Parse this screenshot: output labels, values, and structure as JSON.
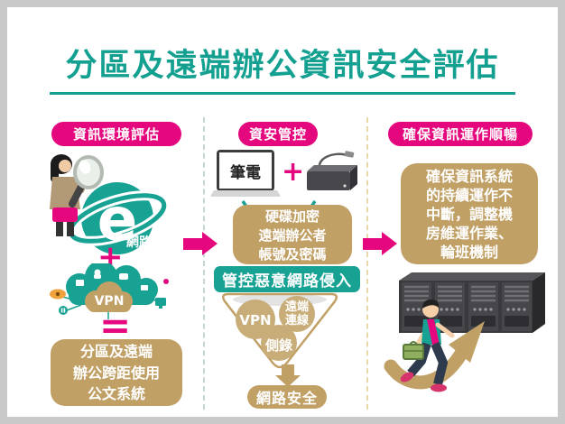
{
  "title": "分區及遠端辦公資訊安全評估",
  "colors": {
    "teal": "#17a293",
    "pink": "#e5077e",
    "tan": "#c1a066"
  },
  "col_environment": {
    "header": "資訊環境評估",
    "network_label": "網路",
    "plus_sign": "+",
    "vpn_label": "VPN",
    "equals_sign": "=",
    "result_lines": [
      "分區及遠端",
      "辦公跨距使用",
      "公文系統"
    ]
  },
  "col_control": {
    "header": "資安管控",
    "laptop_label": "筆電",
    "plus_sign": "+",
    "encryption_lines": [
      "硬碟加密",
      "遠端辦公者",
      "帳號及密碼"
    ],
    "intrusion_title": "管控惡意網路侵入",
    "funnel": {
      "vpn": "VPN",
      "remote_line1": "遠端",
      "remote_line2": "連線",
      "recording": "側錄"
    },
    "result": "網路安全"
  },
  "col_operations": {
    "header": "確保資訊運作順暢",
    "note_lines": [
      "確保資訊系統",
      "的持續運作不",
      "中斷，調整機",
      "房維運作業、",
      "輪班機制"
    ]
  }
}
